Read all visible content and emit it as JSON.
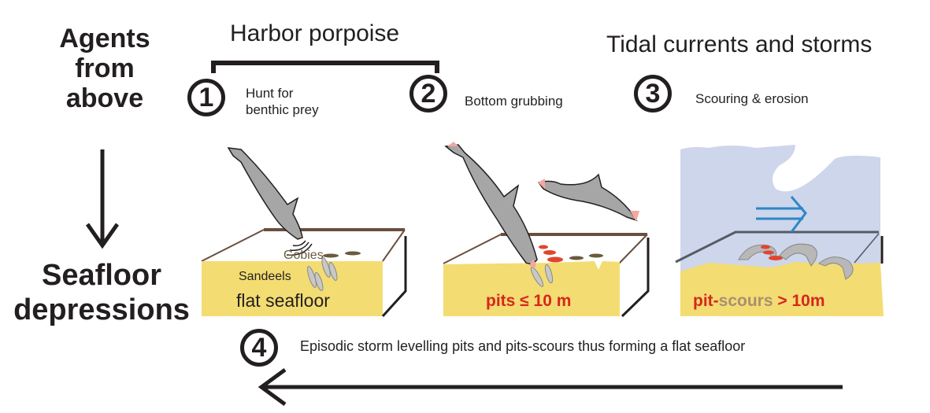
{
  "left_column": {
    "top_label": [
      "Agents",
      "from",
      "above"
    ],
    "bottom_label": [
      "Seafloor",
      "depressions"
    ]
  },
  "headers": {
    "harbor_porpoise": "Harbor porpoise",
    "tidal": "Tidal currents and storms"
  },
  "steps": [
    {
      "number": "1",
      "text_lines": [
        "Hunt for",
        "benthic prey"
      ]
    },
    {
      "number": "2",
      "text_lines": [
        "Bottom grubbing"
      ]
    },
    {
      "number": "3",
      "text_lines": [
        "Scouring & erosion"
      ]
    },
    {
      "number": "4",
      "text_lines": [
        "Episodic storm levelling pits and pits-scours thus forming a flat seafloor"
      ]
    }
  ],
  "panels": [
    {
      "name": "flat",
      "labels": {
        "gobies": "Gobies",
        "sandeels": "Sandeels",
        "floor": "flat seafloor"
      }
    },
    {
      "name": "pits",
      "labels": {
        "floor": "pits ≤ 10 m"
      }
    },
    {
      "name": "scours",
      "labels": {
        "floor_part1": "pit-",
        "floor_part2": "scours",
        "floor_part3": " > 10m"
      }
    }
  ],
  "colors": {
    "sand": "#f3dc72",
    "water": "#cdd6ea",
    "porpoise": "#a6a6a6",
    "red": "#d7261e",
    "arrow_blue": "#2d86c7",
    "box_edge": "#6b4e3d"
  }
}
